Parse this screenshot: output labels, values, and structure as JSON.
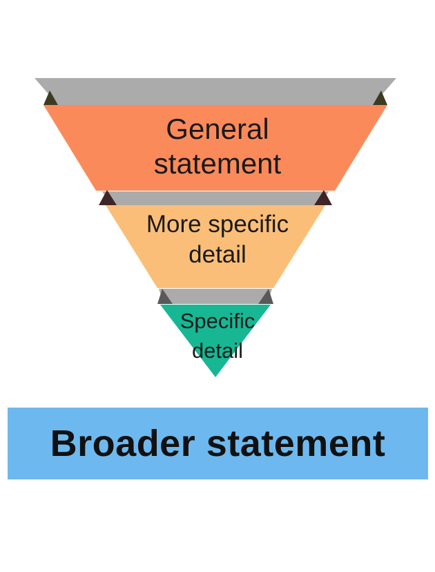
{
  "funnel": {
    "connector_color": "#ABABAB",
    "fold_colors": [
      "#3C3A21",
      "#402527",
      "#595959"
    ],
    "text_color": "#1a1a1a",
    "levels": [
      {
        "name": "general-statement",
        "lines": [
          "General",
          "statement"
        ],
        "color": "#FB8A5B"
      },
      {
        "name": "more-specific-detail",
        "lines": [
          "More specific",
          "detail"
        ],
        "color": "#FBBE78"
      },
      {
        "name": "specific-detail",
        "lines": [
          "Specific",
          "detail"
        ],
        "color": "#17B794"
      }
    ]
  },
  "banner": {
    "label": "Broader statement",
    "background": "#6DB9EF",
    "text_color": "#111111"
  }
}
